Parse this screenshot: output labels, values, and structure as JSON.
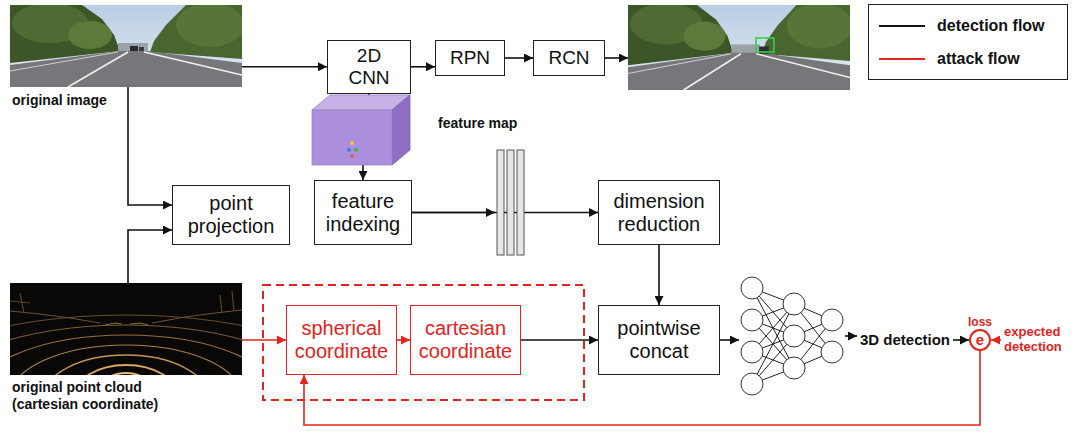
{
  "diagram": {
    "nodes": [
      {
        "text": [
          "original image"
        ]
      },
      {
        "text": [
          "2D CNN"
        ]
      },
      {
        "text": [
          "RPN"
        ]
      },
      {
        "text": [
          "RCN"
        ]
      },
      {
        "text": [
          "feature map"
        ]
      },
      {
        "text": [
          "point projection"
        ]
      },
      {
        "text": [
          "feature indexing"
        ]
      },
      {
        "text": [
          "dimension reduction"
        ]
      },
      {
        "text": [
          "original point cloud (cartesian coordinate)"
        ]
      },
      {
        "text": [
          "spherical coordinate"
        ]
      },
      {
        "text": [
          "cartesian coordinate"
        ]
      },
      {
        "text": [
          "pointwise concat"
        ]
      },
      {
        "text": [
          "loss",
          "e"
        ]
      }
    ],
    "edges": [
      {
        "from": 0,
        "to": 1,
        "arrow": "to"
      },
      {
        "from": 1,
        "to": 2,
        "arrow": "to"
      },
      {
        "from": 2,
        "to": 3,
        "arrow": "to"
      },
      {
        "from": 1,
        "to": 4,
        "arrow": "to"
      },
      {
        "from": 4,
        "to": 6,
        "arrow": "to"
      },
      {
        "from": 0,
        "to": 5,
        "arrow": "to"
      },
      {
        "from": 8,
        "to": 5,
        "arrow": "to"
      },
      {
        "from": 6,
        "to": 7,
        "arrow": "to"
      },
      {
        "from": 7,
        "to": 11,
        "arrow": "to"
      },
      {
        "from": 8,
        "to": 9,
        "arrow": "to"
      },
      {
        "from": 9,
        "to": 10,
        "arrow": "to"
      },
      {
        "from": 10,
        "to": 11,
        "arrow": "to"
      },
      {
        "from": 12,
        "to": 9,
        "arrow": "to"
      }
    ],
    "labels": [
      "3D detection",
      "expected detection"
    ],
    "legend": [
      {
        "text": "detection flow"
      },
      {
        "text": "attack flow"
      }
    ]
  }
}
